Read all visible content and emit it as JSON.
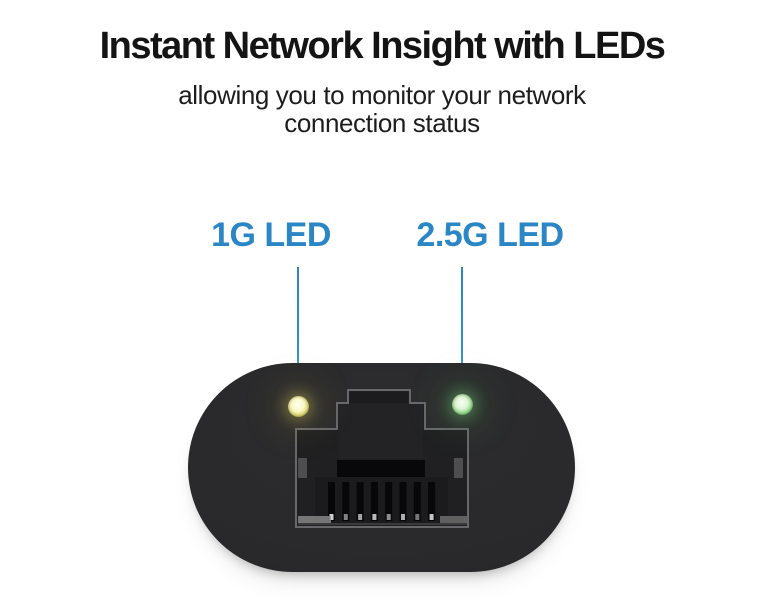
{
  "page": {
    "background_color": "#ffffff"
  },
  "header": {
    "title": "Instant Network Insight with LEDs",
    "subtitle_line1": "allowing you to monitor your network",
    "subtitle_line2": "connection status",
    "title_color": "#141414"
  },
  "callouts": {
    "accent_color": "#2b86c6",
    "left": {
      "label": "1G LED"
    },
    "right": {
      "label": "2.5G LED"
    }
  },
  "device": {
    "type": "network-adapter-face",
    "body_color": "#28282a",
    "port": "RJ45 Ethernet port",
    "leds": {
      "led_1g": {
        "name": "1G LED",
        "color": "#e8e06a",
        "state": "on"
      },
      "led_2_5g": {
        "name": "2.5G LED",
        "color": "#a9e49c",
        "state": "on"
      }
    }
  }
}
